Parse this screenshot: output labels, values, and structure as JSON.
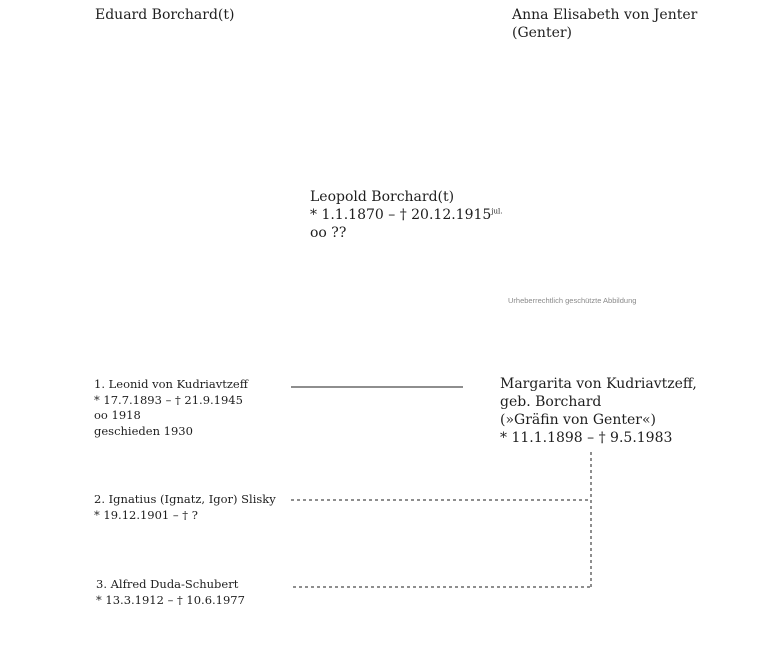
{
  "father": {
    "name": "Eduard Borchard(t)"
  },
  "mother": {
    "name_line1": "Anna Elisabeth von Jenter",
    "name_line2": "(Genter)"
  },
  "leopold": {
    "name": "Leopold Borchard(t)",
    "dates": "* 1.1.1870 – † 20.12.1915",
    "dates_suffix": "jul.",
    "marriage": "oo ??"
  },
  "caption": "Urheberrechtlich geschützte Abbildung",
  "margarita": {
    "line1": "Margarita von Kudriavtzeff,",
    "line2": "geb. Borchard",
    "line3": "(»Gräfin von Genter«)",
    "dates": "* 11.1.1898 – † 9.5.1983"
  },
  "spouses": [
    {
      "name": "1. Leonid von Kudriavtzeff",
      "dates": "* 17.7.1893 – † 21.9.1945",
      "marriage": "oo 1918",
      "divorce": "geschieden 1930"
    },
    {
      "name": "2. Ignatius (Ignatz, Igor) Slisky",
      "dates": "* 19.12.1901 – † ?"
    },
    {
      "name": "3. Alfred Duda-Schubert",
      "dates": "* 13.3.1912 – † 10.6.1977"
    }
  ]
}
